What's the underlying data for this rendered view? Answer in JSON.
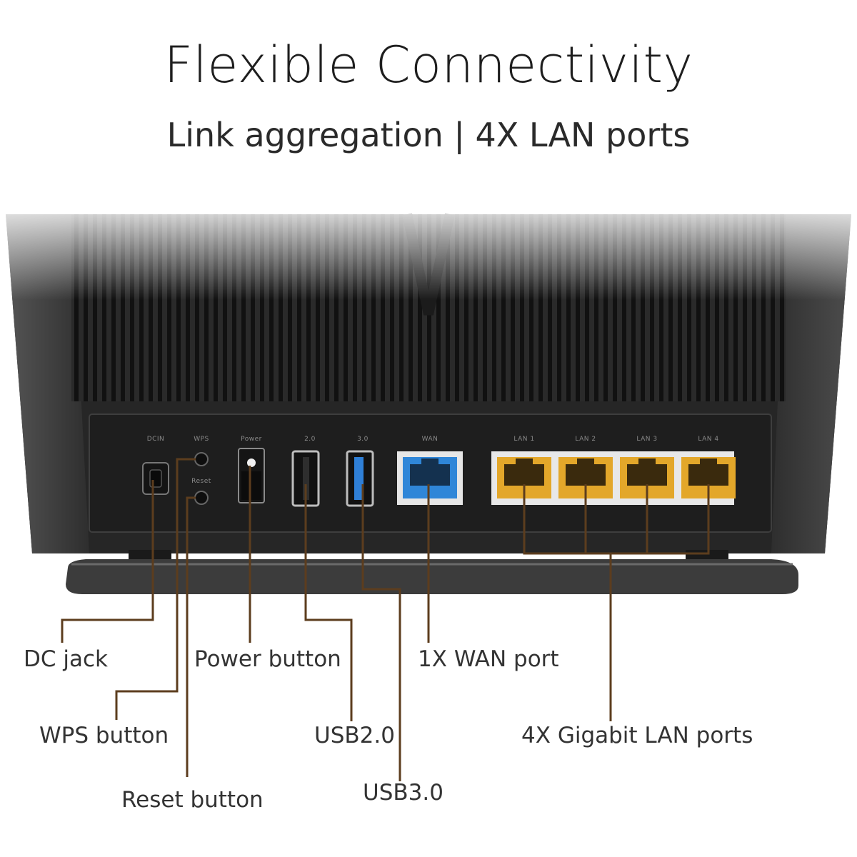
{
  "header": {
    "title": "Flexible Connectivity",
    "subtitle": "Link aggregation | 4X LAN ports"
  },
  "panel_labels": {
    "dcin": "DCIN",
    "wps": "WPS",
    "reset": "Reset",
    "power": "Power",
    "usb2": "2.0",
    "usb3": "3.0",
    "wan": "WAN",
    "lan1": "LAN 1",
    "lan2": "LAN 2",
    "lan3": "LAN 3",
    "lan4": "LAN 4"
  },
  "callouts": {
    "dc_jack": "DC jack",
    "power_button": "Power button",
    "wan_port": "1X WAN port",
    "wps_button": "WPS button",
    "usb20": "USB2.0",
    "lan_ports": "4X Gigabit LAN ports",
    "reset_button": "Reset button",
    "usb30": "USB3.0"
  },
  "colors": {
    "leader_line": "#5c3d1e",
    "router_body": "#2b2b2b",
    "wan_port": "#2f86d8",
    "lan_port": "#e3a72a"
  }
}
